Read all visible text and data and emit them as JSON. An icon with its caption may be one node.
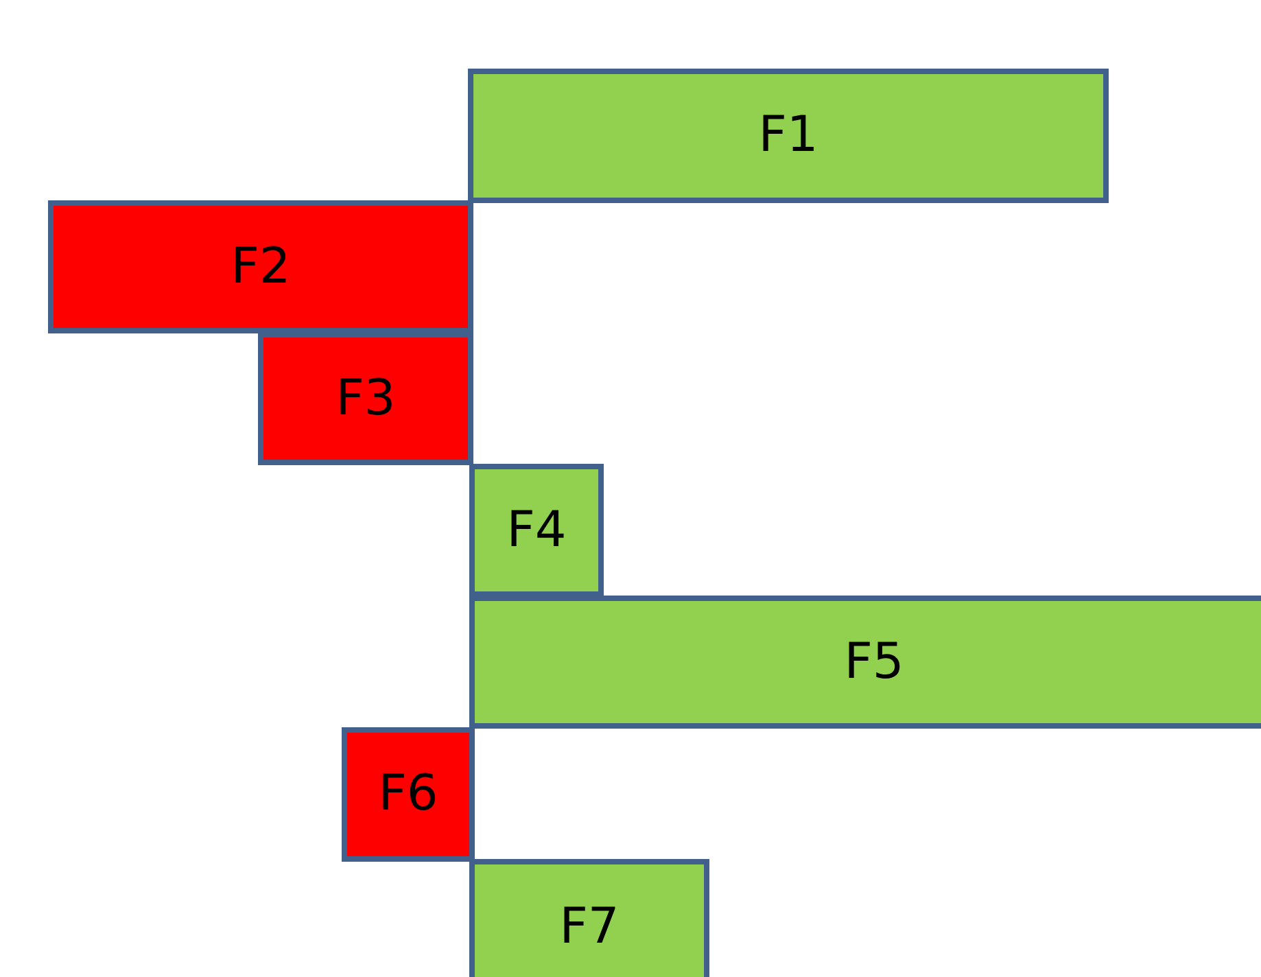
{
  "diagram": {
    "nodes": [
      {
        "text": [
          "F1"
        ]
      },
      {
        "text": [
          "F2"
        ]
      },
      {
        "text": [
          "F3"
        ]
      },
      {
        "text": [
          "F4"
        ]
      },
      {
        "text": [
          "F5"
        ]
      },
      {
        "text": [
          "F6"
        ]
      },
      {
        "text": [
          "F7"
        ]
      }
    ]
  }
}
